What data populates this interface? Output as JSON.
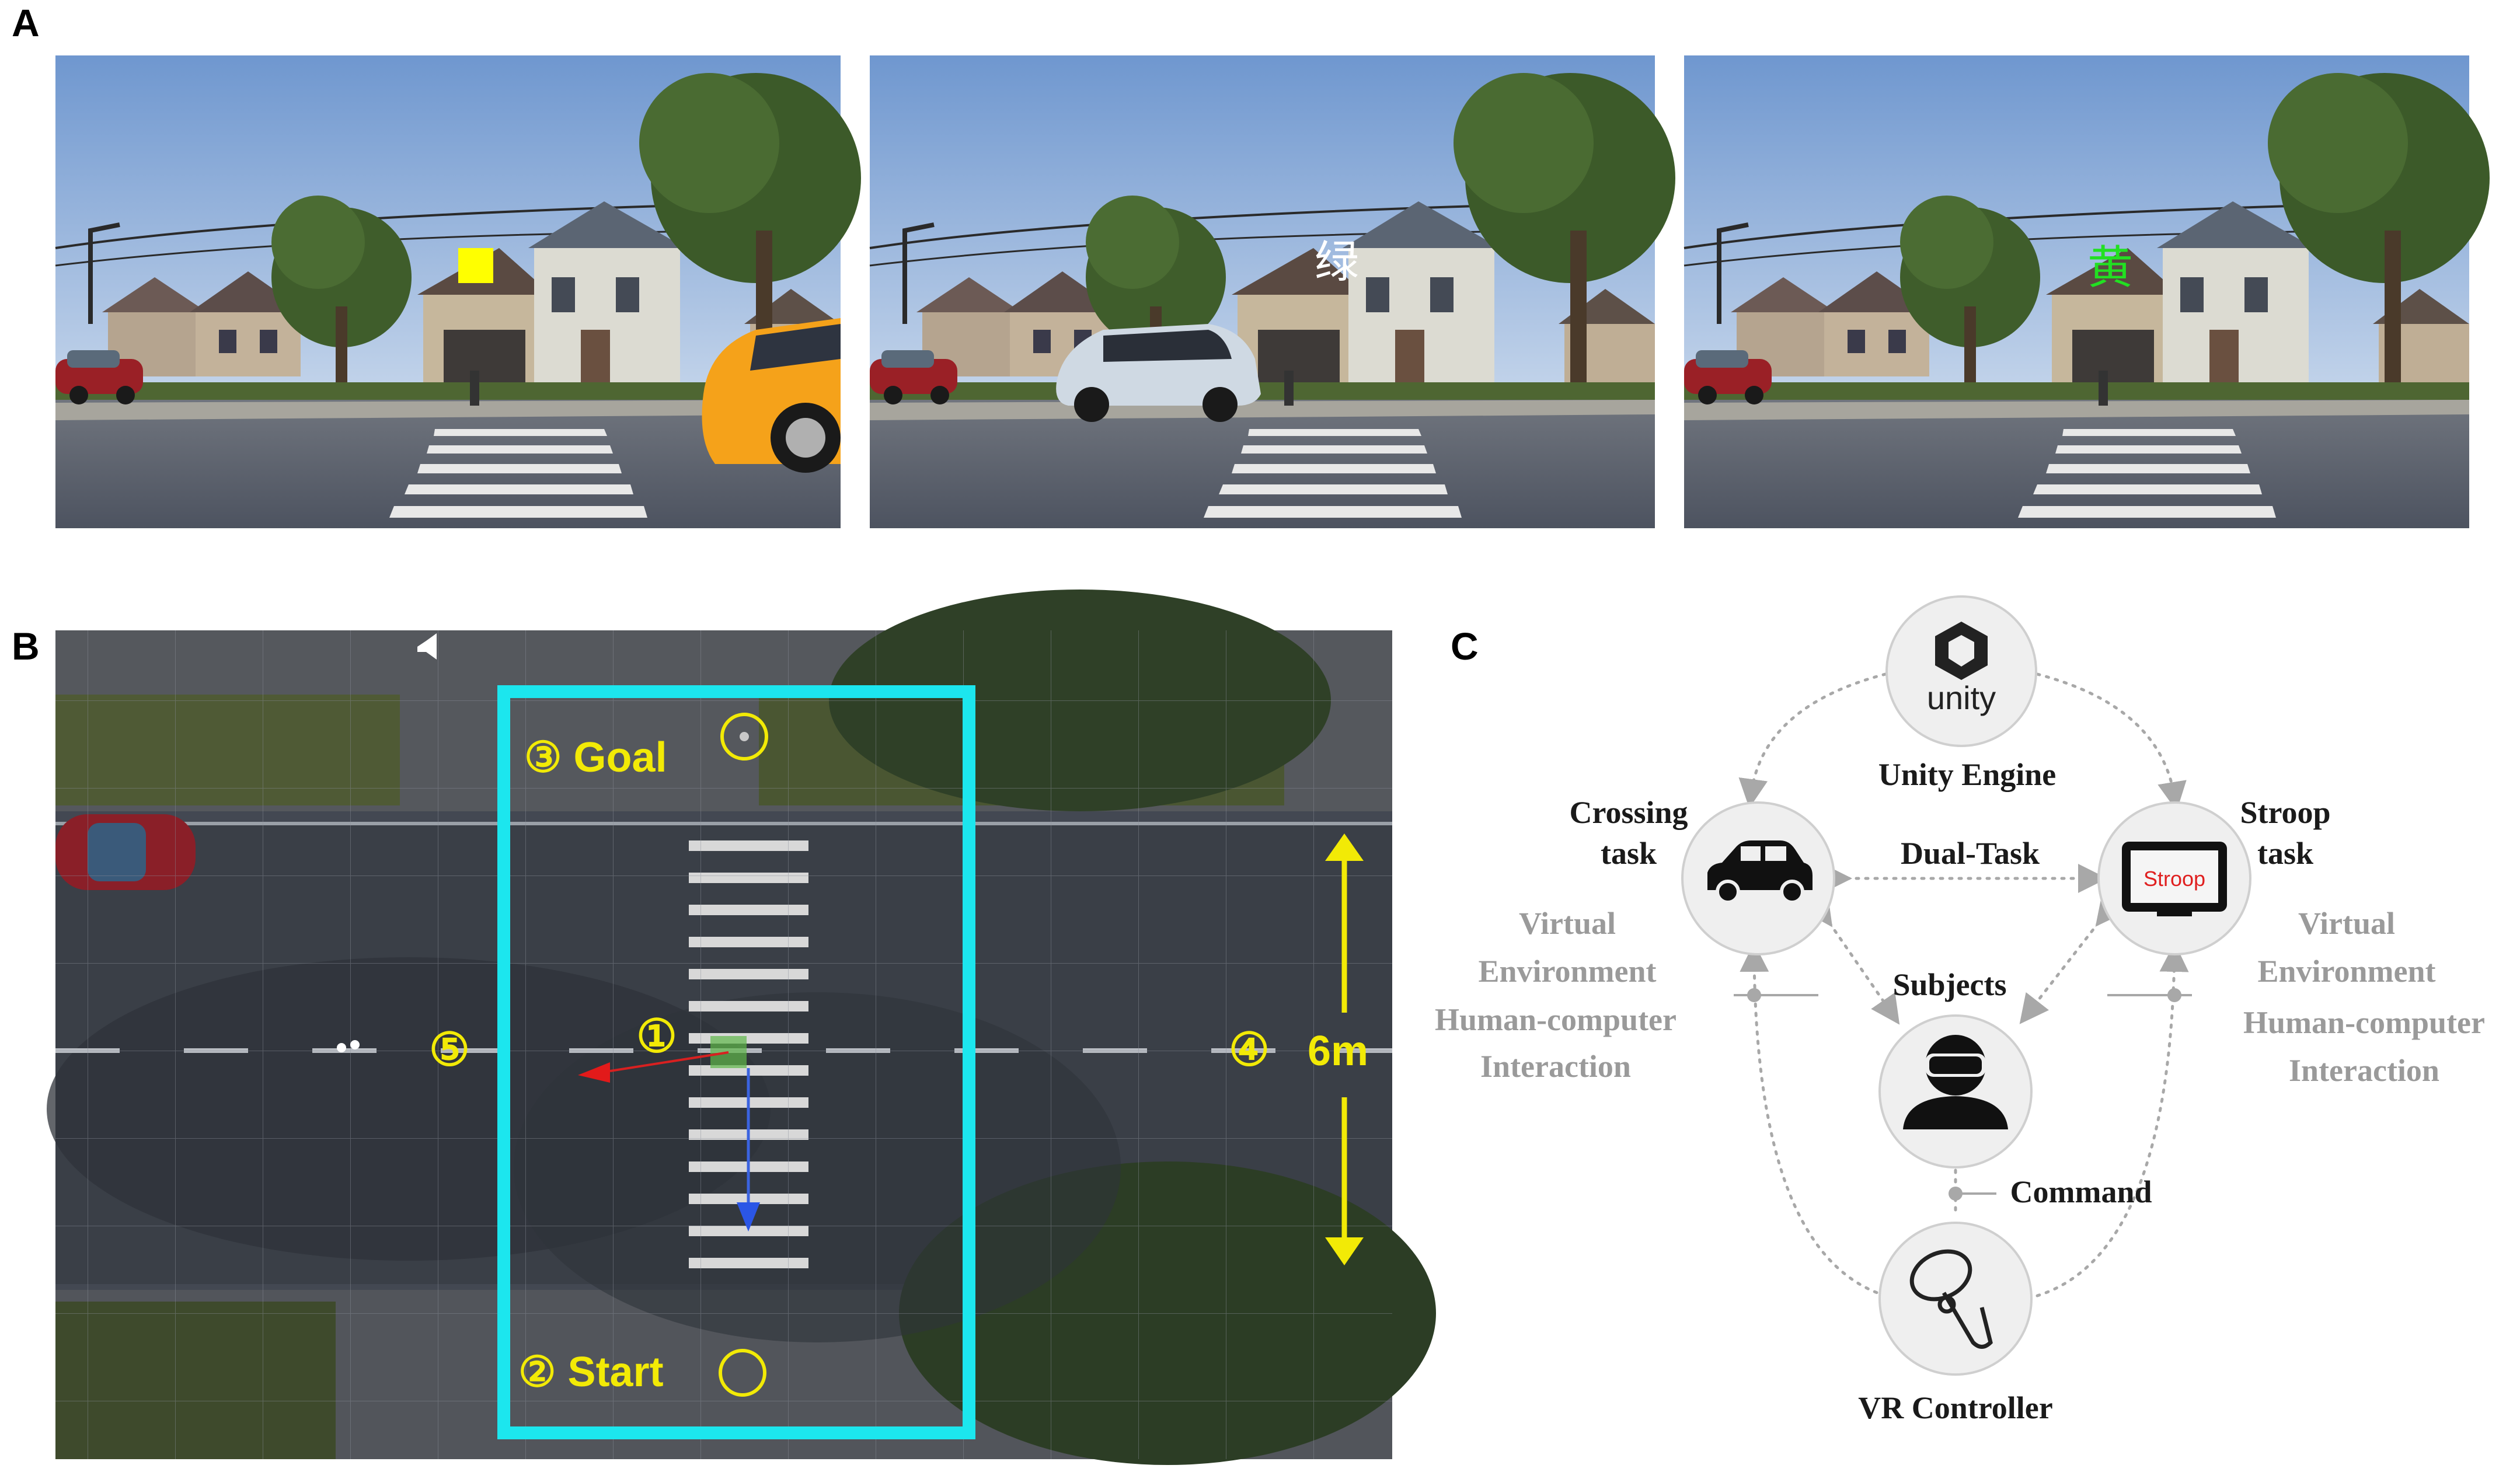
{
  "panels": {
    "a": "A",
    "b": "B",
    "c": "C"
  },
  "scenes": {
    "stimulus_2": "绿",
    "stimulus_3": "黄"
  },
  "map": {
    "goal": "③ Goal",
    "start": "② Start",
    "marker_1": "①",
    "marker_4": "④",
    "marker_5": "⑤",
    "distance": "6m"
  },
  "diagram": {
    "unity_logo": "unity",
    "unity_engine": "Unity Engine",
    "crossing_line1": "Crossing",
    "crossing_line2": "task",
    "stroop_line1": "Stroop",
    "stroop_line2": "task",
    "stroop_screen": "Stroop",
    "dual_task": "Dual-Task",
    "subjects": "Subjects",
    "command": "Command",
    "vr_controller": "VR Controller",
    "left_ve_line1": "Virtual",
    "left_ve_line2": "Environment",
    "left_hci_line1": "Human-computer",
    "left_hci_line2": "Interaction",
    "right_ve_line1": "Virtual",
    "right_ve_line2": "Environment",
    "right_hci_line1": "Human-computer",
    "right_hci_line2": "Interaction"
  },
  "colors": {
    "sky_top": "#7ea4d6",
    "sky_bottom": "#dfe8f3",
    "road": "#5e6470",
    "grass": "#6f7d44",
    "tree": "#3d5a2a",
    "taxi": "#f5a21a",
    "van": "#cfd9e3",
    "square_stimulus": "#ffff00",
    "green_stimulus": "#22e022",
    "highlight_box": "#1ce6ee",
    "map_labels": "#f2ea06",
    "stroop_red": "#e02020"
  }
}
